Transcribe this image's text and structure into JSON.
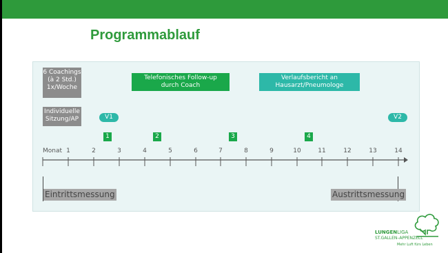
{
  "header": {
    "title": "Programmablauf"
  },
  "boxes": {
    "coachings": [
      "6 Coachings",
      "(à 2 Std.)",
      "1x/Woche"
    ],
    "individual": [
      "Individuelle",
      "Sitzung/AP"
    ],
    "followup": [
      "Telefonisches Follow-up",
      "durch Coach"
    ],
    "report": [
      "Verlaufsbericht an",
      "Hausarzt/Pneumologe"
    ]
  },
  "visits": [
    "V1",
    "V2"
  ],
  "calls": [
    "1",
    "2",
    "3",
    "4"
  ],
  "timeline": {
    "label": "Monat",
    "months": [
      "1",
      "2",
      "3",
      "4",
      "5",
      "6",
      "7",
      "8",
      "9",
      "10",
      "11",
      "12",
      "13",
      "14"
    ]
  },
  "measurements": {
    "entry": "Eintrittsmessung",
    "exit": "Austrittsmessung"
  },
  "logo": {
    "line1_bold": "LUNGEN",
    "line1_rest": "LIGA",
    "line2": "ST.GALLEN–APPENZELL",
    "line3": "Mehr Luft fürs Leben"
  },
  "colors": {
    "brand_green": "#2e9a3b",
    "teal": "#2db8a8",
    "green": "#1aa84a",
    "gray": "#8c8c8c"
  }
}
